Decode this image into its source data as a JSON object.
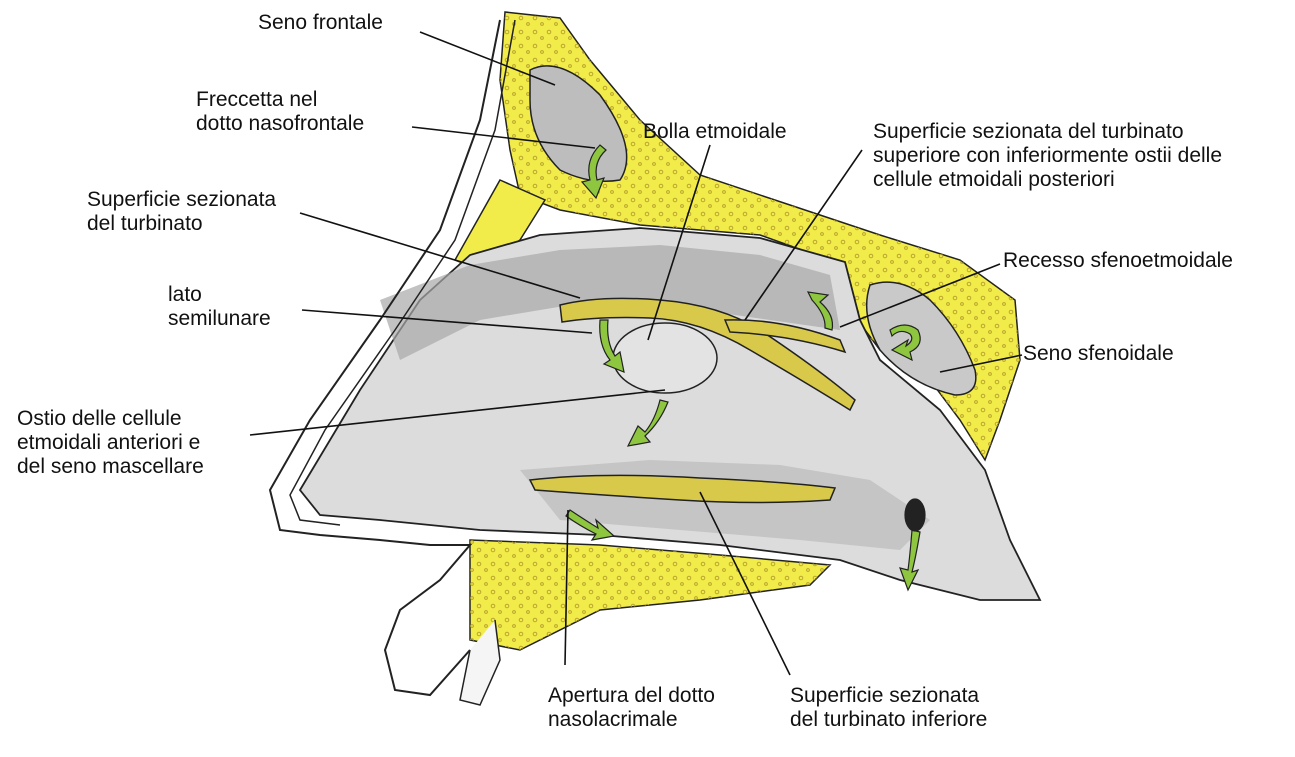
{
  "colors": {
    "bone": "#f2ec4a",
    "bone_dots": "#c9b73a",
    "mucosa": "#d9d9d9",
    "mucosa_dark": "#9a9a9a",
    "turbinate": "#d8c94a",
    "arrow": "#8ec63f",
    "outline": "#222222",
    "background": "#ffffff"
  },
  "labels": {
    "seno_frontale": [
      "Seno frontale"
    ],
    "freccetta": [
      "Freccetta nel",
      "dotto nasofrontale"
    ],
    "bolla": [
      "Bolla etmoidale"
    ],
    "sup_turb_superiore": [
      "Superficie sezionata del turbinato",
      "superiore con inferiormente ostii delle",
      "cellule etmoidali posteriori"
    ],
    "sup_turbinato": [
      "Superficie sezionata",
      "del turbinato"
    ],
    "recesso": [
      "Recesso sfenoetmoidale"
    ],
    "lato": [
      "lato",
      "semilunare"
    ],
    "seno_sfenoidale": [
      "Seno sfenoidale"
    ],
    "ostio": [
      "Ostio delle cellule",
      "etmoidali anteriori e",
      "del seno mascellare"
    ],
    "apertura": [
      "Apertura del dotto",
      "nasolacrimale"
    ],
    "sup_turb_inferiore": [
      "Superficie sezionata",
      "del turbinato inferiore"
    ]
  }
}
